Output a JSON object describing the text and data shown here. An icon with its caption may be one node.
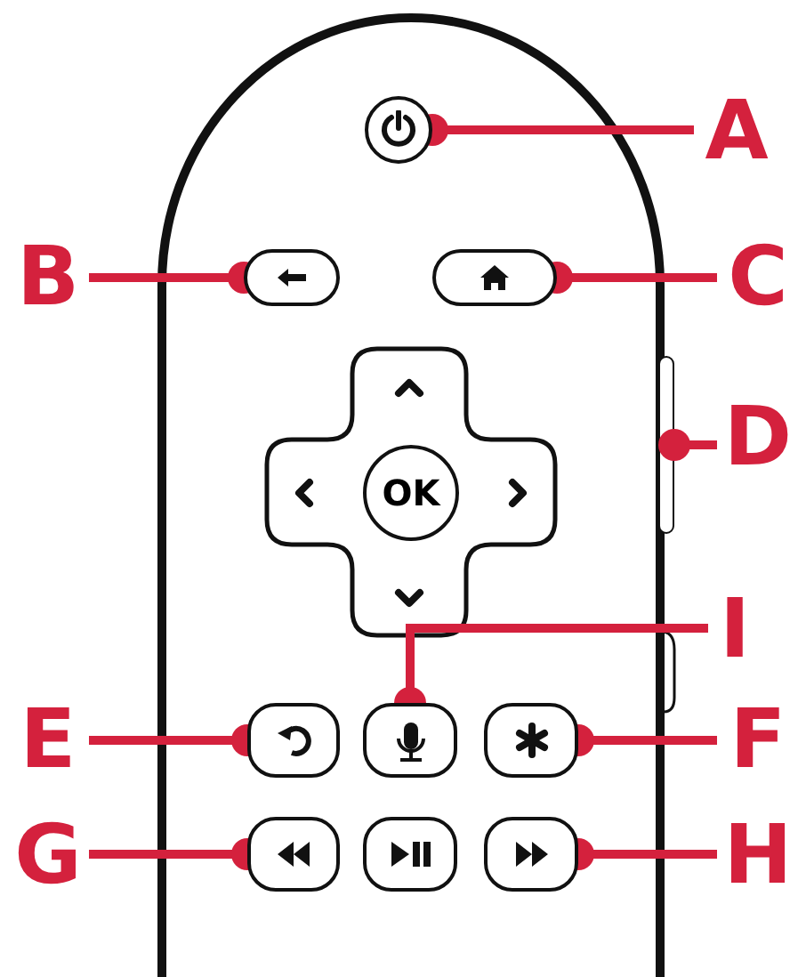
{
  "diagram": {
    "nodes": [
      {
        "text": [],
        "shape": "circle"
      },
      {
        "text": [
          "A"
        ]
      },
      {
        "text": [
          "B"
        ]
      },
      {
        "text": [],
        "shape": "box"
      },
      {
        "text": [],
        "shape": "box"
      },
      {
        "text": [
          "C"
        ]
      },
      {
        "text": [],
        "shape": "bar"
      },
      {
        "text": [
          "D"
        ]
      },
      {
        "text": [
          "OK"
        ]
      },
      {
        "text": [
          "I"
        ]
      },
      {
        "text": [
          "E"
        ]
      },
      {
        "text": [],
        "shape": "box"
      },
      {
        "text": [],
        "shape": "box"
      },
      {
        "text": [],
        "shape": "box"
      },
      {
        "text": [
          "F"
        ]
      },
      {
        "text": [
          "G"
        ]
      },
      {
        "text": [],
        "shape": "box"
      },
      {
        "text": [],
        "shape": "box"
      },
      {
        "text": [],
        "shape": "box"
      },
      {
        "text": [
          "H"
        ]
      }
    ],
    "edges": [
      {
        "from": 1,
        "to": 0,
        "arrow": "other"
      },
      {
        "from": 2,
        "to": 3,
        "arrow": "other"
      },
      {
        "from": 5,
        "to": 4,
        "arrow": "other"
      },
      {
        "from": 7,
        "to": 6,
        "arrow": "other"
      },
      {
        "from": 9,
        "to": 12,
        "arrow": "other"
      },
      {
        "from": 10,
        "to": 11,
        "arrow": "other"
      },
      {
        "from": 14,
        "to": 13,
        "arrow": "other"
      },
      {
        "from": 15,
        "to": 16,
        "arrow": "other"
      },
      {
        "from": 19,
        "to": 18,
        "arrow": "other"
      }
    ]
  }
}
